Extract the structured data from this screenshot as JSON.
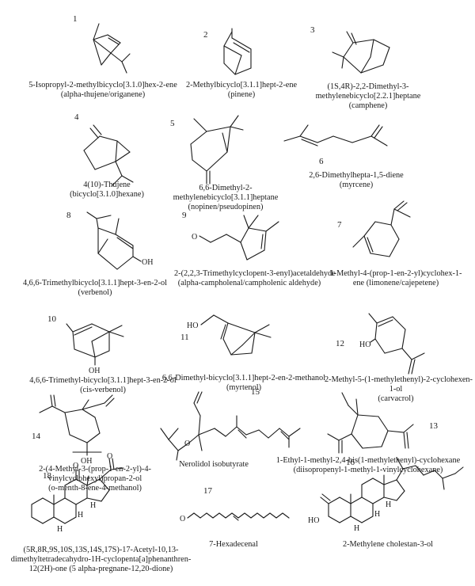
{
  "compounds": [
    {
      "number": "1",
      "lines": [
        "5-Isopropyl-2-methylbicyclo[3.1.0]hex-2-ene",
        "(alpha-thujene/origanene)"
      ]
    },
    {
      "number": "2",
      "lines": [
        "2-Methylbicyclo[3.1.1]hept-2-ene",
        "(pinene)"
      ]
    },
    {
      "number": "3",
      "lines": [
        "(1S,4R)-2,2-Dimethyl-3-",
        "methylenebicyclo[2.2.1]heptane",
        "(camphene)"
      ]
    },
    {
      "number": "4",
      "lines": [
        "4(10)-Thujene",
        "(bicyclo[3.1.0]hexane)"
      ]
    },
    {
      "number": "5",
      "lines": [
        "6,6-Dimethyl-2-",
        "methylenebicyclo[3.1.1]heptane",
        "(nopinen/pseudopinen)"
      ]
    },
    {
      "number": "6",
      "lines": [
        "2,6-Dimethylhepta-1,5-diene",
        "(myrcene)"
      ]
    },
    {
      "number": "8",
      "lines": [
        "4,6,6-Trimethylbicyclo[3.1.1]hept-3-en-2-ol",
        "(verbenol)"
      ]
    },
    {
      "number": "9",
      "lines": [
        "2-(2,2,3-Trimethylcyclopent-3-enyl)acetaldehyde",
        "(alpha-campholenal/campholenic aldehyde)"
      ]
    },
    {
      "number": "7",
      "lines": [
        "1-Methyl-4-(prop-1-en-2-yl)cyclohex-1-",
        "ene (limonene/cajepetene)"
      ]
    },
    {
      "number": "10",
      "lines": [
        "4,6,6-Trimethyl-bicyclo[3.1.1]hept-3-en-2-ol",
        "(cis-verbenol)"
      ]
    },
    {
      "number": "11",
      "lines": [
        "6,6-Dimethyl-bicyclo[3.1.1]hept-2-en-2-methanol",
        "(myrtenol)"
      ]
    },
    {
      "number": "12",
      "lines": [
        "2-Methyl-5-(1-methylethenyl)-2-cyclohexen-",
        "1-ol",
        "(carvacrol)"
      ]
    },
    {
      "number": "14",
      "lines": [
        "2-(4-Methyl-3-(prop-1-en-2-yl)-4-",
        "vinylcyclohexyl)propan-2-ol",
        "(o-menth-8-ene-4-methanol)"
      ]
    },
    {
      "number": "15",
      "lines": [
        "Nerolidol isobutyrate"
      ]
    },
    {
      "number": "13",
      "lines": [
        "1-Ethyl-1-methyl-2,4-bis(1-methylethenyl)-cyclohexane",
        "(diisopropenyl-1-methyl-1-vinylcyclohexane)"
      ]
    },
    {
      "number": "18",
      "lines": [
        "(5R,8R,9S,10S,13S,14S,17S)-17-Acetyl-10,13-",
        "dimethyltetradecahydro-1H-cyclopenta[a]phenanthren-",
        "12(2H)-one (5 alpha-pregnane-12,20-dione)"
      ]
    },
    {
      "number": "17",
      "lines": [
        "7-Hexadecenal"
      ]
    },
    {
      "number": "16",
      "lines": [
        "2-Methylene cholestan-3-ol"
      ]
    }
  ],
  "atom_labels": {
    "hydroxyl": "OH",
    "hydroxyl_left": "HO",
    "oxygen": "O",
    "hydrogen": "H"
  }
}
